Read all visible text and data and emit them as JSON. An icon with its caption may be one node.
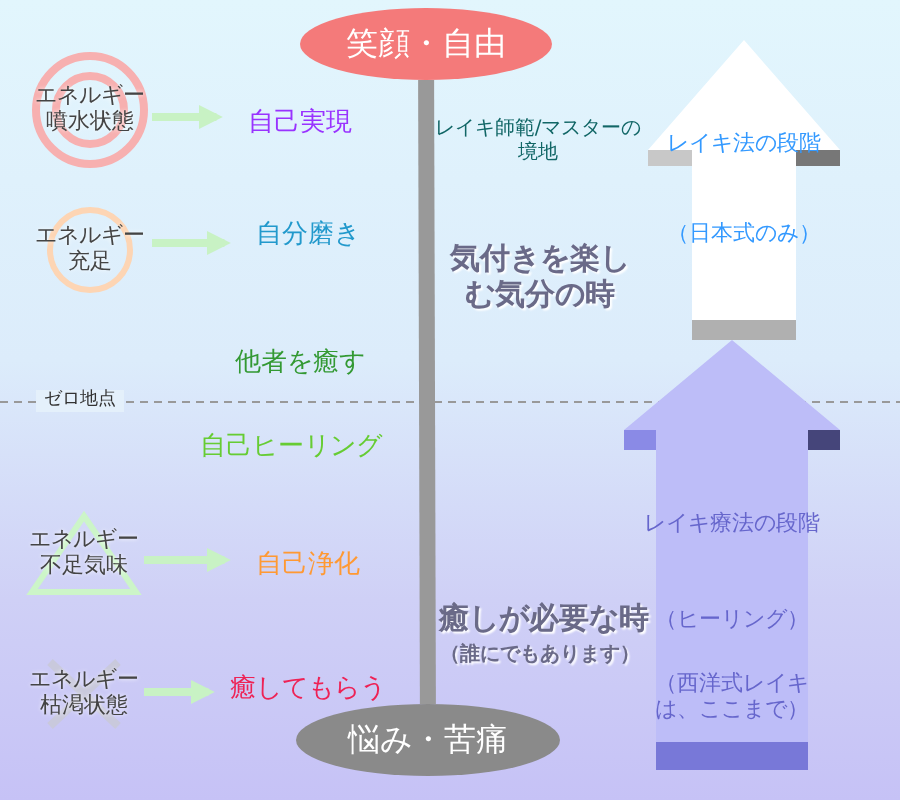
{
  "diagram": {
    "nodes": [
      {
        "text": [
          "笑顔・自由"
        ]
      },
      {
        "text": [
          "悩み・苦痛"
        ]
      },
      {
        "text": [
          "エネルギー噴水状態"
        ]
      },
      {
        "text": [
          "自己実現"
        ]
      },
      {
        "text": [
          "エネルギー充足"
        ]
      },
      {
        "text": [
          "自分磨き"
        ]
      },
      {
        "text": [
          "エネルギー不足気味"
        ]
      },
      {
        "text": [
          "自己浄化"
        ]
      },
      {
        "text": [
          "エネルギー枯渇状態"
        ]
      },
      {
        "text": [
          "癒してもらう"
        ]
      },
      {
        "text": [
          "レイキ法の段階",
          "（日本式のみ）"
        ]
      },
      {
        "text": [
          "レイキ療法の段階",
          "（ヒーリング）",
          "（西洋式レイキは、ここまで）"
        ]
      }
    ],
    "edges": [
      {
        "from": 2,
        "to": 3,
        "arrow": "to"
      },
      {
        "from": 4,
        "to": 5,
        "arrow": "to"
      },
      {
        "from": 6,
        "to": 7,
        "arrow": "to"
      },
      {
        "from": 8,
        "to": 9,
        "arrow": "to"
      },
      {
        "from": 1,
        "to": 0,
        "arrow": "none",
        "style": "thick",
        "color": "#999999"
      }
    ],
    "labels": [
      "レイキ師範/マスターの境地",
      "気付きを楽しむ気分の時",
      "他者を癒す",
      "ゼロ地点",
      "自己ヒーリング",
      "癒しが必要な時",
      "（誰にでもあります）"
    ]
  }
}
